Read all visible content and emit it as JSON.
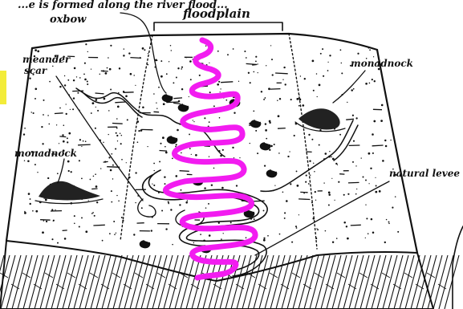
{
  "header": {
    "caption_fragment": "...e is formed along the river flood..."
  },
  "labels": {
    "oxbow": "oxbow",
    "floodplain": "floodplain",
    "meander_scar_line1": "meander",
    "meander_scar_line2": "scar",
    "monadnock_right": "monadnock",
    "monadnock_left": "monadnock",
    "natural_levee": "natural levee"
  },
  "colors": {
    "ink": "#111111",
    "overlay_stroke": "#f21cf0",
    "highlight": "#f3ec3a"
  }
}
